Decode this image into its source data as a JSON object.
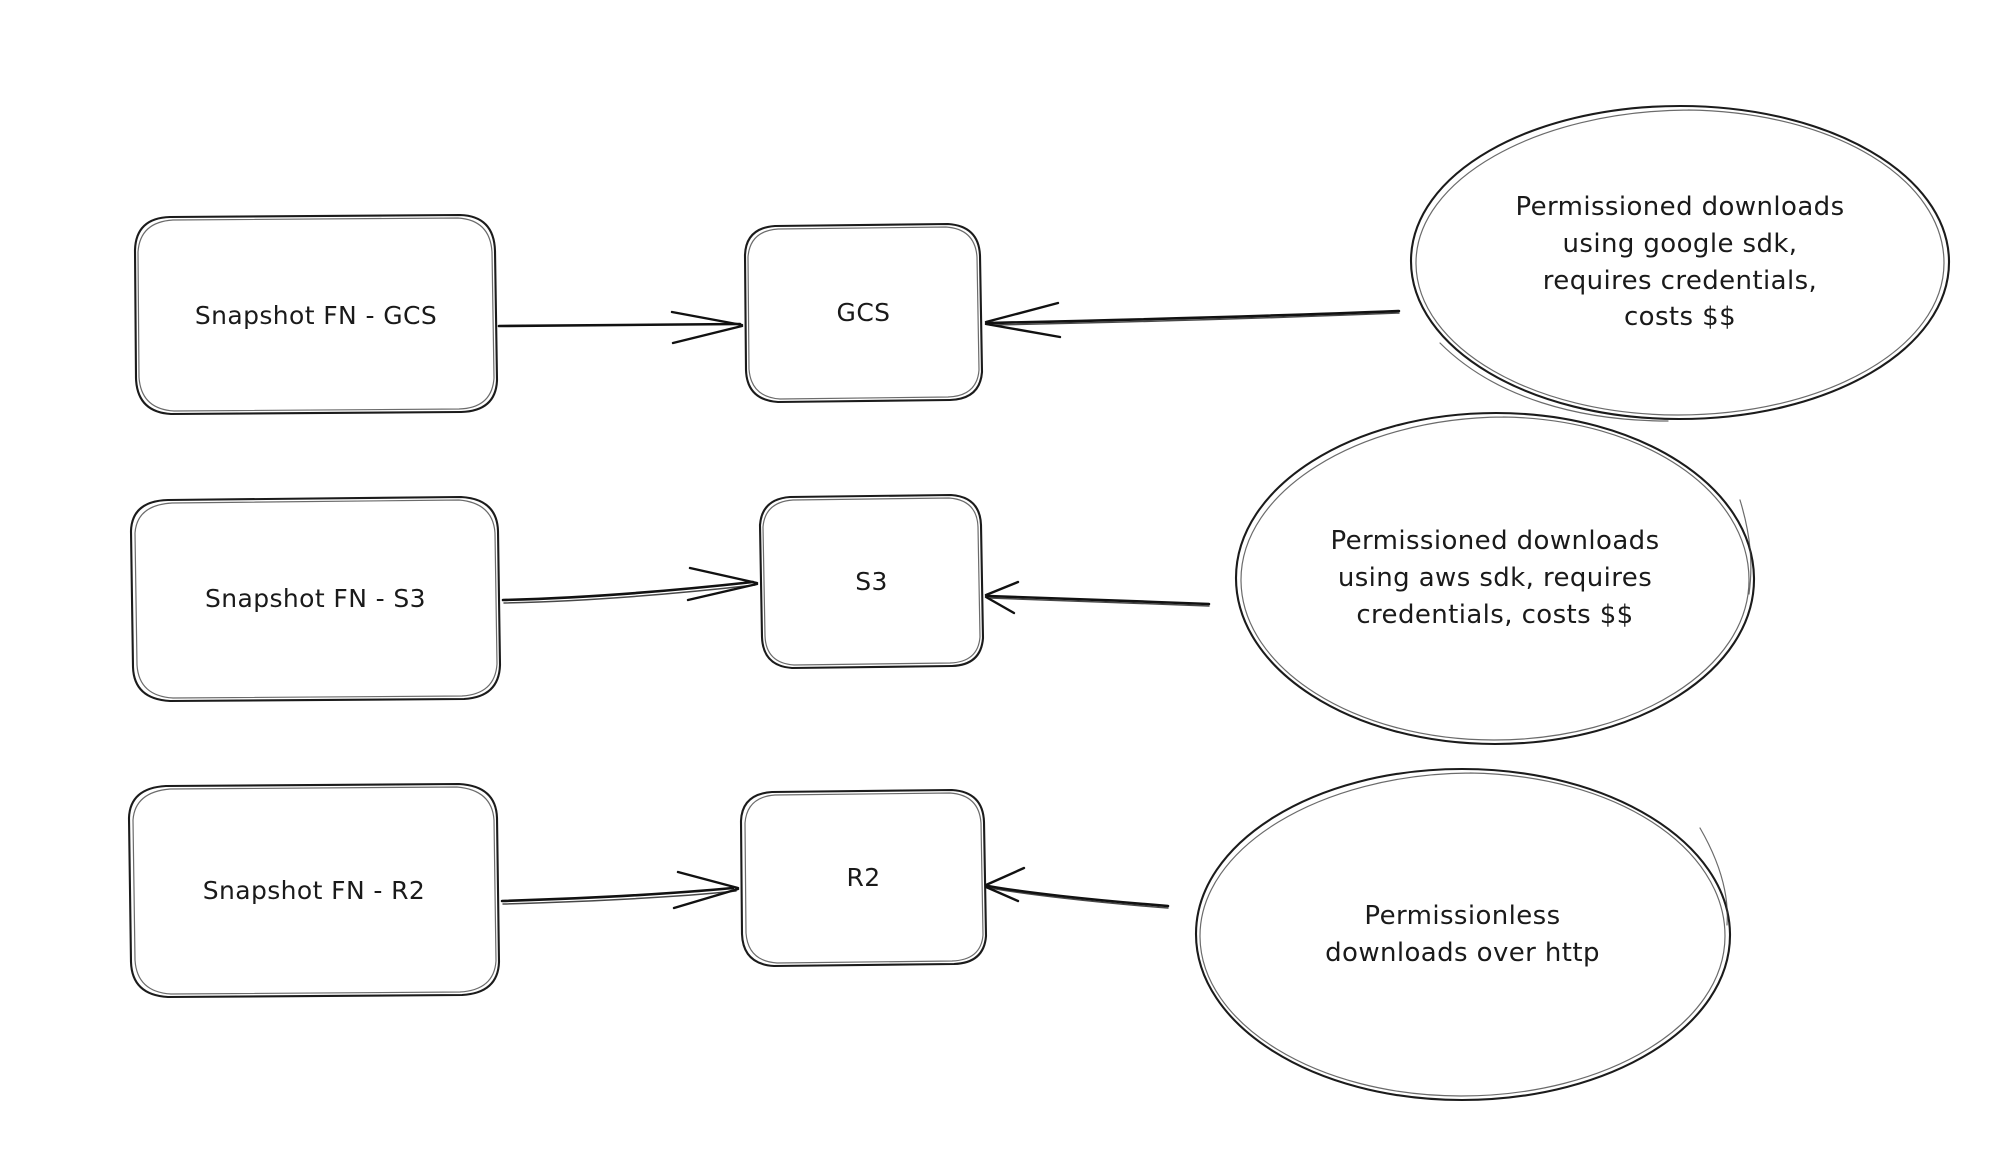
{
  "diagram": {
    "title": "Snapshot function storage backends and download characteristics",
    "background_color": "#ffffff",
    "stroke_color": "#1b1b1b",
    "style": "hand-drawn sketch"
  },
  "nodes": {
    "sources": [
      {
        "id": "snapshot-fn-gcs",
        "label": "Snapshot FN - GCS",
        "shape": "rounded-rectangle"
      },
      {
        "id": "snapshot-fn-s3",
        "label": "Snapshot FN - S3",
        "shape": "rounded-rectangle"
      },
      {
        "id": "snapshot-fn-r2",
        "label": "Snapshot FN - R2",
        "shape": "rounded-rectangle"
      }
    ],
    "stores": [
      {
        "id": "gcs",
        "label": "GCS",
        "shape": "rounded-rectangle"
      },
      {
        "id": "s3",
        "label": "S3",
        "shape": "rounded-rectangle"
      },
      {
        "id": "r2",
        "label": "R2",
        "shape": "rounded-rectangle"
      }
    ],
    "notes": [
      {
        "id": "note-gcs",
        "shape": "ellipse",
        "label": "Permissioned downloads\nusing google sdk,\nrequires credentials,\ncosts $$"
      },
      {
        "id": "note-s3",
        "shape": "ellipse",
        "label": "Permissioned downloads\nusing aws sdk, requires\ncredentials, costs $$"
      },
      {
        "id": "note-r2",
        "shape": "ellipse",
        "label": "Permissionless\ndownloads over http"
      }
    ]
  },
  "edges": [
    {
      "id": "edge-snapshot-gcs",
      "from": "snapshot-fn-gcs",
      "to": "gcs",
      "direction": "right",
      "label": ""
    },
    {
      "id": "edge-note-gcs",
      "from": "note-gcs",
      "to": "gcs",
      "direction": "left",
      "label": ""
    },
    {
      "id": "edge-snapshot-s3",
      "from": "snapshot-fn-s3",
      "to": "s3",
      "direction": "right",
      "label": ""
    },
    {
      "id": "edge-note-s3",
      "from": "note-s3",
      "to": "s3",
      "direction": "left",
      "label": ""
    },
    {
      "id": "edge-snapshot-r2",
      "from": "snapshot-fn-r2",
      "to": "r2",
      "direction": "right",
      "label": ""
    },
    {
      "id": "edge-note-r2",
      "from": "note-r2",
      "to": "r2",
      "direction": "left",
      "label": ""
    }
  ]
}
